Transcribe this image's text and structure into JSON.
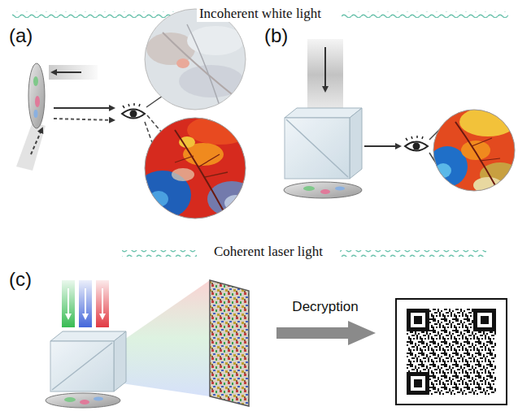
{
  "diagram": {
    "labels": [
      "Incoherent white light",
      "(a)",
      "(b)",
      "Coherent laser light",
      "(c)",
      "Decryption"
    ]
  }
}
